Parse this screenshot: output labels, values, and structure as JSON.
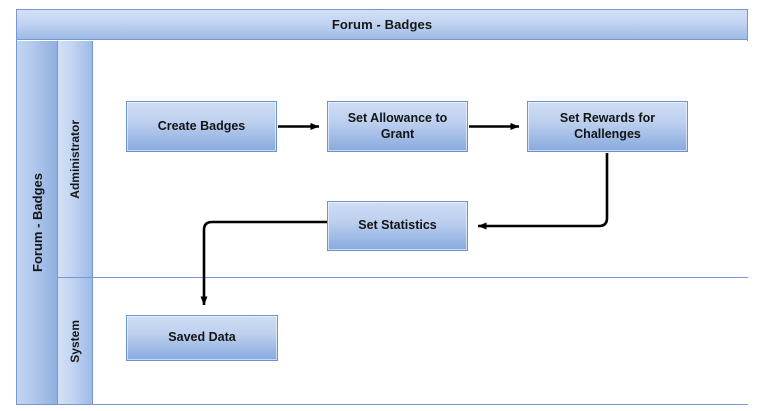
{
  "pool": {
    "title": "Forum - Badges",
    "vertical_label": "Forum - Badges"
  },
  "lanes": [
    {
      "id": "administrator",
      "label": "Administrator"
    },
    {
      "id": "system",
      "label": "System"
    }
  ],
  "tasks": [
    {
      "id": "create-badges",
      "label": "Create Badges",
      "lane": "administrator"
    },
    {
      "id": "set-allowance",
      "label": "Set Allowance to Grant",
      "lane": "administrator"
    },
    {
      "id": "set-rewards",
      "label": "Set Rewards for Challenges",
      "lane": "administrator"
    },
    {
      "id": "set-statistics",
      "label": "Set Statistics",
      "lane": "administrator"
    },
    {
      "id": "saved-data",
      "label": "Saved Data",
      "lane": "system"
    }
  ],
  "flows": [
    {
      "from": "create-badges",
      "to": "set-allowance",
      "style": "straight-right"
    },
    {
      "from": "set-allowance",
      "to": "set-rewards",
      "style": "straight-right"
    },
    {
      "from": "set-rewards",
      "to": "set-statistics",
      "style": "elbow-down-left"
    },
    {
      "from": "set-statistics",
      "to": "saved-data",
      "style": "elbow-left-down"
    }
  ],
  "colors": {
    "border": "#7899d0",
    "box_border": "#6d92cc",
    "box_fill_top": "#cfddf4",
    "box_fill_bottom": "#87aade",
    "header_fill_top": "#d3e0f7",
    "header_fill_bottom": "#9cbae6",
    "connector": "#000000",
    "text": "#141414",
    "canvas": "#ffffff"
  }
}
